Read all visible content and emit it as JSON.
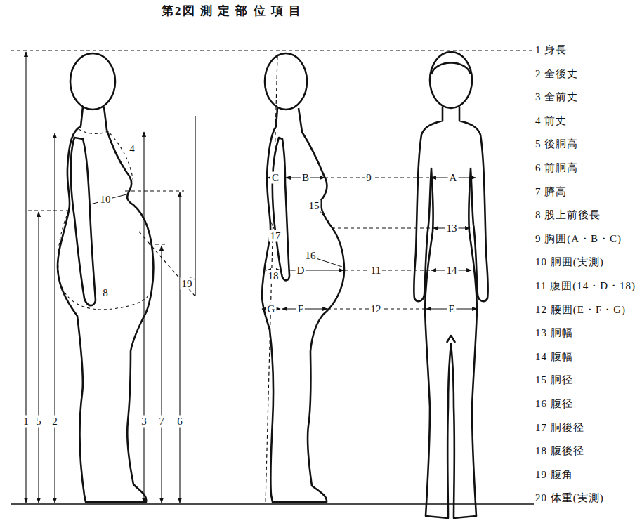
{
  "diagram": {
    "title": "第2図 測 定 部 位 項 目",
    "labels": [
      "4",
      "10",
      "8",
      "19",
      "1",
      "5",
      "2",
      "3",
      "7",
      "6",
      "C",
      "B",
      "9",
      "A",
      "15",
      "17",
      "13",
      "16",
      "18",
      "D",
      "11",
      "14",
      "G",
      "F",
      "12",
      "E",
      "1 身長",
      "2 全後丈",
      "3 全前丈",
      "4 前丈",
      "5 後胴高",
      "6 前胴高",
      "7 臍高",
      "8 股上前後長",
      "9 胸囲(A・B・C)",
      "10 胴囲(実測)",
      "11 腹囲(14・D・18)",
      "12 腰囲(E・F・G)",
      "13 胴幅",
      "14 腹幅",
      "15 胴径",
      "16 腹径",
      "17 胴後径",
      "18 腹後径",
      "19 腹角",
      "20 体重(実測)"
    ]
  }
}
